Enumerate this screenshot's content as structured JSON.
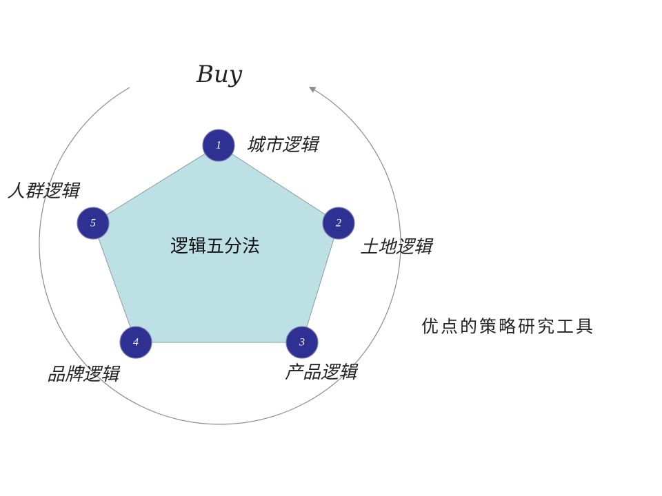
{
  "title": "Buy",
  "center": "逻辑五分法",
  "side_note": "优点的策略研究工具",
  "nodes": [
    {
      "number": "1",
      "label": "城市逻辑"
    },
    {
      "number": "2",
      "label": "土地逻辑"
    },
    {
      "number": "3",
      "label": "产品逻辑"
    },
    {
      "number": "4",
      "label": "品牌逻辑"
    },
    {
      "number": "5",
      "label": "人群逻辑"
    }
  ],
  "colors": {
    "pentagon_fill": "#bde0e4",
    "pentagon_stroke": "#8a9a9c",
    "node_fill": "#2e3192",
    "node_stroke": "#7a7fb0",
    "circle_stroke": "#8c8c8c",
    "arrow": "#8c8c8c"
  },
  "icons": {
    "cycle": "circular-arrow-icon"
  }
}
